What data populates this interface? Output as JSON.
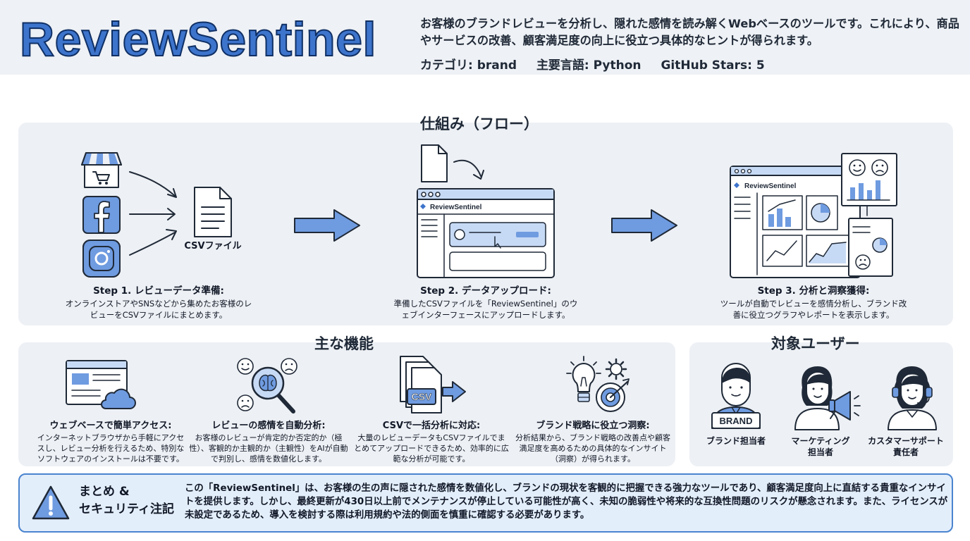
{
  "app": {
    "title": "ReviewSentinel",
    "description": "お客様のブランドレビューを分析し、隠れた感情を読み解くWebベースのツールです。これにより、商品やサービスの改善、顧客満足度の向上に役立つ具体的なヒントが得られます。",
    "meta": {
      "category": "カテゴリ: brand",
      "language": "主要言語: Python",
      "stars": "GitHub Stars: 5"
    }
  },
  "flow": {
    "title": "仕組み（フロー）",
    "csv_label": "CSVファイル",
    "window_brand": "ReviewSentinel",
    "steps": [
      {
        "title": "Step 1. レビューデータ準備:",
        "text": "オンラインストアやSNSなどから集めたお客様のレビューをCSVファイルにまとめます。"
      },
      {
        "title": "Step 2. データアップロード:",
        "text": "準備したCSVファイルを「ReviewSentinel」のウェブインターフェースにアップロードします。"
      },
      {
        "title": "Step 3. 分析と洞察獲得:",
        "text": "ツールが自動でレビューを感情分析し、ブランド改善に役立つグラフやレポートを表示します。"
      }
    ]
  },
  "features": {
    "title": "主な機能",
    "csv_icon_text": "CSV",
    "items": [
      {
        "title": "ウェブベースで簡単アクセス:",
        "text": "インターネットブラウザから手軽にアクセスし、レビュー分析を行えるため、特別なソフトウェアのインストールは不要です。"
      },
      {
        "title": "レビューの感情を自動分析:",
        "text": "お客様のレビューが肯定的か否定的か（極性）、客観的か主観的か（主観性）をAIが自動で判別し、感情を数値化します。"
      },
      {
        "title": "CSVで一括分析に対応:",
        "text": "大量のレビューデータもCSVファイルでまとめてアップロードできるため、効率的に広範な分析が可能です。"
      },
      {
        "title": "ブランド戦略に役立つ洞察:",
        "text": "分析結果から、ブランド戦略の改善点や顧客満足度を高めるための具体的なインサイト（洞察）が得られます。"
      }
    ]
  },
  "users": {
    "title": "対象ユーザー",
    "badge": "BRAND",
    "items": [
      {
        "label": "ブランド担当者"
      },
      {
        "label": "マーケティング\n担当者"
      },
      {
        "label": "カスタマーサポート\n責任者"
      }
    ]
  },
  "summary": {
    "title": "まとめ &\nセキュリティ注記",
    "text": "この「ReviewSentinel」は、お客様の生の声に隠された感情を数値化し、ブランドの現状を客観的に把握できる強力なツールであり、顧客満足度向上に直結する貴重なインサイトを提供します。しかし、最終更新が430日以上前でメンテナンスが停止している可能性が高く、未知の脆弱性や将来的な互換性問題のリスクが懸念されます。また、ライセンスが未設定であるため、導入を検討する際は利用規約や法的側面を慎重に確認する必要があります。"
  },
  "colors": {
    "accent": "#3d74cc",
    "icon_blue": "#6f9be0",
    "panel": "#edf0f4",
    "summary_bg": "#e3eefb",
    "summary_border": "#4a84cf"
  },
  "icons": [
    "store-icon",
    "facebook-icon",
    "instagram-icon",
    "document-icon",
    "arrow-right-icon",
    "browser-window-icon",
    "dashboard-icon",
    "report-icon",
    "cloud-icon",
    "brain-magnifier-icon",
    "csv-files-icon",
    "lightbulb-target-icon",
    "brand-manager-icon",
    "marketer-icon",
    "support-agent-icon",
    "warning-icon"
  ]
}
